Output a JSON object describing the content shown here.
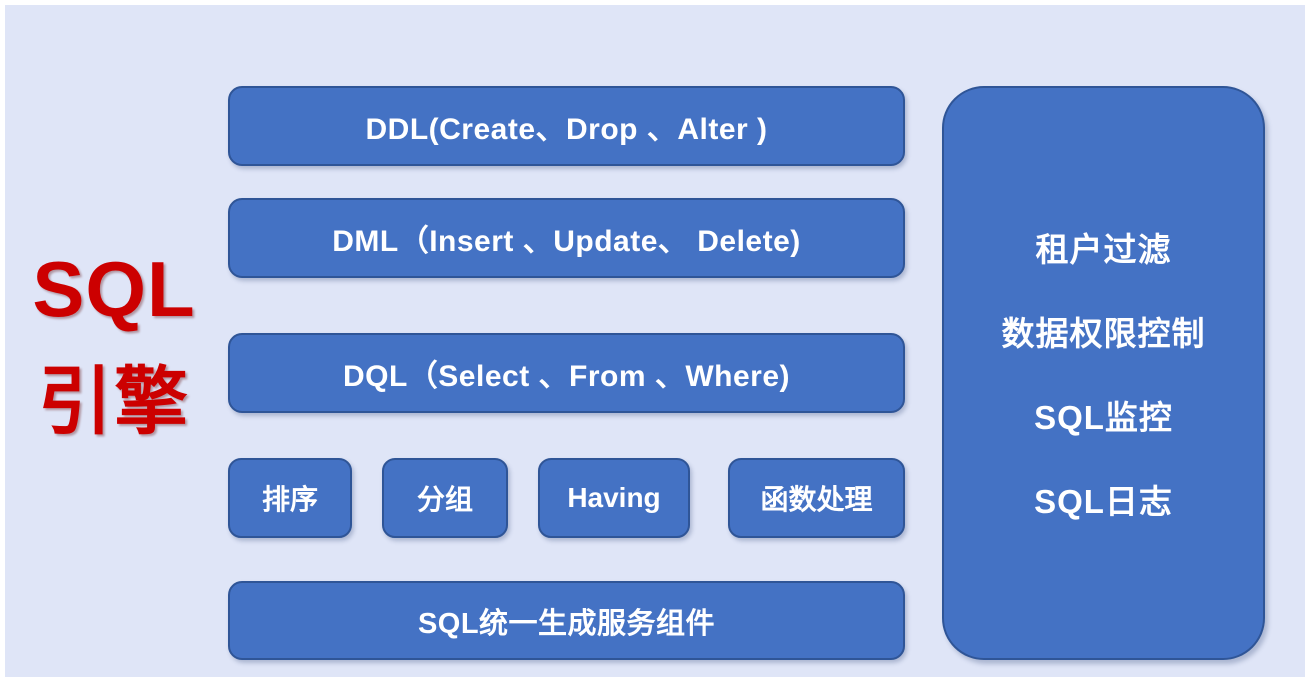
{
  "theme": {
    "background": "#dfe5f7",
    "page_frame": "#ffffff",
    "card_fill": "#4472c4",
    "card_border": "#2f5597",
    "card_text": "#ffffff",
    "engine_label_color": "#cc0000"
  },
  "engine_label": {
    "line1": "SQL",
    "line2": "引擎"
  },
  "statement_cards": [
    {
      "id": "ddl",
      "label": "DDL(Create、Drop 、Alter )"
    },
    {
      "id": "dml",
      "label": "DML（Insert 、Update、 Delete)"
    },
    {
      "id": "dql",
      "label": "DQL（Select 、From 、Where)"
    }
  ],
  "clause_cards": [
    {
      "id": "order",
      "label": "排序"
    },
    {
      "id": "group",
      "label": "分组"
    },
    {
      "id": "having",
      "label": "Having"
    },
    {
      "id": "func",
      "label": "函数处理"
    }
  ],
  "unified_card": {
    "label": "SQL统一生成服务组件"
  },
  "side_panel": {
    "items": [
      {
        "id": "tenant-filter",
        "label": "租户过滤"
      },
      {
        "id": "data-permission",
        "label": "数据权限控制"
      },
      {
        "id": "sql-monitor",
        "label": "SQL监控"
      },
      {
        "id": "sql-log",
        "label": "SQL日志"
      }
    ]
  }
}
